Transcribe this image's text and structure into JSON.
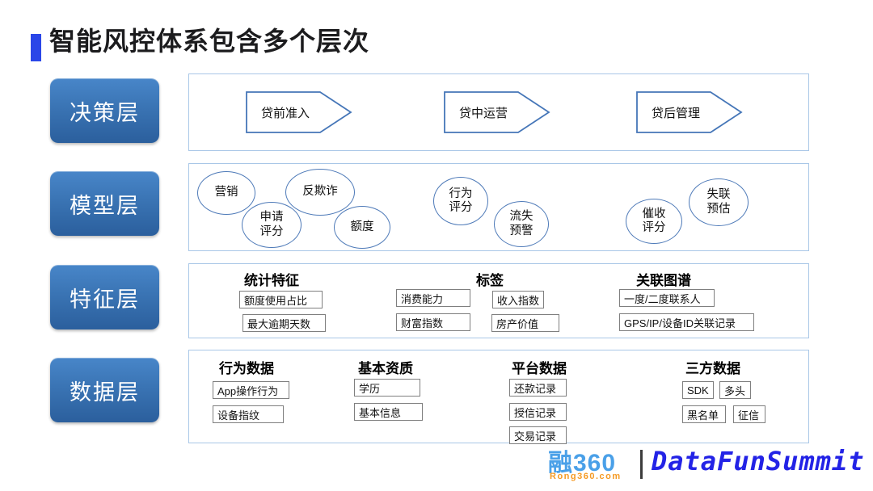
{
  "title": "智能风控体系包含多个层次",
  "layers": [
    {
      "label": "决策层"
    },
    {
      "label": "模型层"
    },
    {
      "label": "特征层"
    },
    {
      "label": "数据层"
    }
  ],
  "decision": {
    "stages": [
      {
        "label": "贷前准入"
      },
      {
        "label": "贷中运营"
      },
      {
        "label": "贷后管理"
      }
    ]
  },
  "model": {
    "nodes": [
      {
        "label": "营销"
      },
      {
        "label": "申请\n评分"
      },
      {
        "label": "反欺诈"
      },
      {
        "label": "额度"
      },
      {
        "label": "行为\n评分"
      },
      {
        "label": "流失\n预警"
      },
      {
        "label": "催收\n评分"
      },
      {
        "label": "失联\n预估"
      }
    ]
  },
  "feature": {
    "groups": [
      {
        "header": "统计特征",
        "items": [
          {
            "label": "额度使用占比"
          },
          {
            "label": "最大逾期天数"
          }
        ]
      },
      {
        "header": "标签",
        "items": [
          {
            "label": "消费能力"
          },
          {
            "label": "财富指数"
          },
          {
            "label": "收入指数"
          },
          {
            "label": "房产价值"
          }
        ]
      },
      {
        "header": "关联图谱",
        "items": [
          {
            "label": "一度/二度联系人"
          },
          {
            "label": "GPS/IP/设备ID关联记录"
          }
        ]
      }
    ]
  },
  "data_layer": {
    "groups": [
      {
        "header": "行为数据",
        "items": [
          {
            "label": "App操作行为"
          },
          {
            "label": "设备指纹"
          }
        ]
      },
      {
        "header": "基本资质",
        "items": [
          {
            "label": "学历"
          },
          {
            "label": "基本信息"
          }
        ]
      },
      {
        "header": "平台数据",
        "items": [
          {
            "label": "还款记录"
          },
          {
            "label": "授信记录"
          },
          {
            "label": "交易记录"
          }
        ]
      },
      {
        "header": "三方数据",
        "items": [
          {
            "label": "SDK"
          },
          {
            "label": "多头"
          },
          {
            "label": "黑名单"
          },
          {
            "label": "征信"
          }
        ]
      }
    ]
  },
  "footer": {
    "logo": "融360",
    "logo_sub": "Rong360.com",
    "separator": "|",
    "brand": "DataFunSummit"
  },
  "colors": {
    "accent_bar": "#2a46e8",
    "layer_gradient_top": "#4886c9",
    "layer_gradient_bottom": "#2b5f9d",
    "panel_border": "#a9c7e7",
    "node_border": "#4e7ab8",
    "cell_border": "#7f7f7f",
    "logo_blue": "#4aa0e8",
    "logo_orange": "#f59a23",
    "brand_blue": "#2323e6"
  }
}
